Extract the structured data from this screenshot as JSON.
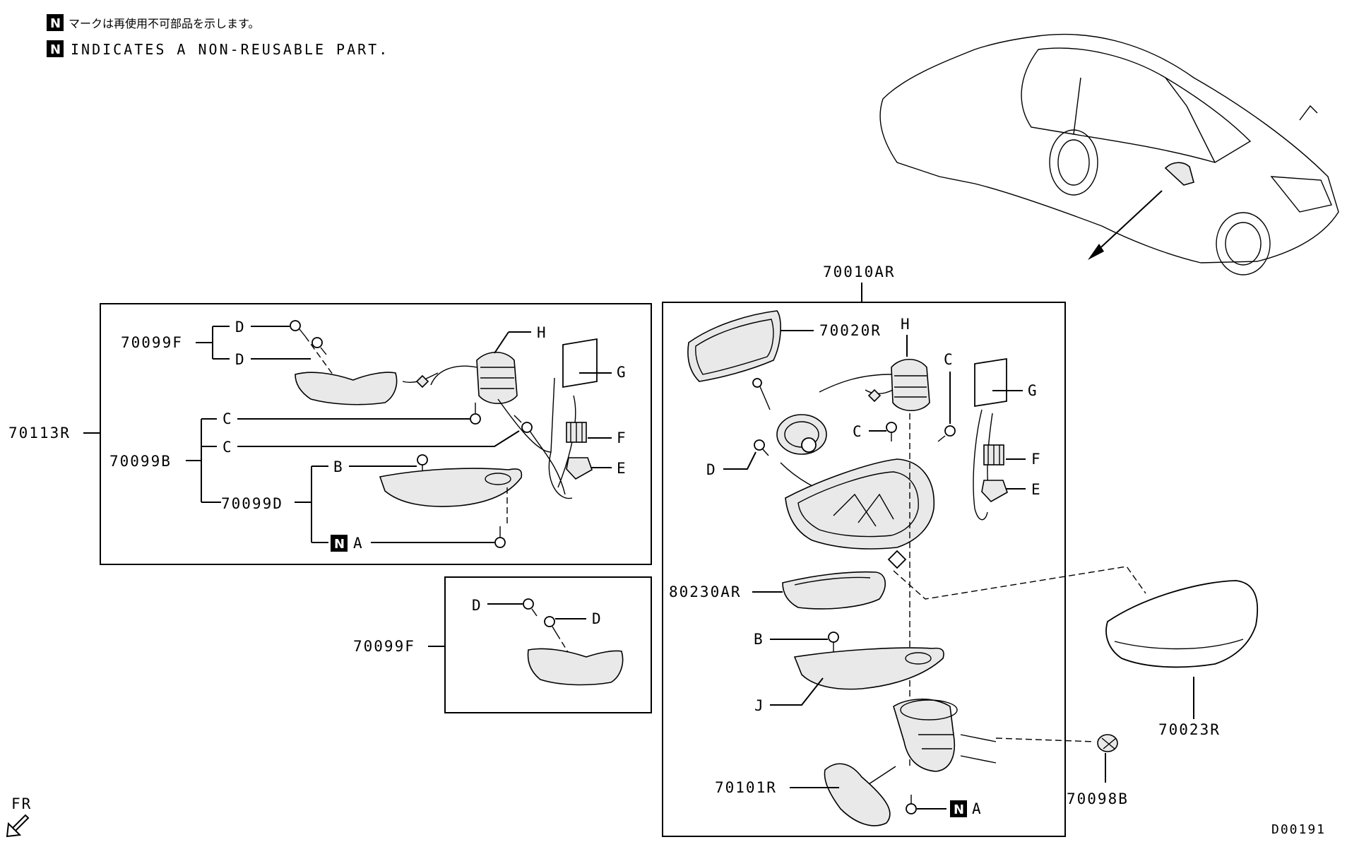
{
  "notes": {
    "badge_letter": "N",
    "japanese": "マークは再使用不可部品を示します。",
    "english": "INDICATES A NON-REUSABLE PART."
  },
  "labels": {
    "p70010AR": "70010AR",
    "p70020R": "70020R",
    "p70113R": "70113R",
    "p70099F": "70099F",
    "p70099F_single": "70099F",
    "p70099B": "70099B",
    "p70099D": "70099D",
    "p80230AR": "80230AR",
    "p70101R": "70101R",
    "p70023R": "70023R",
    "p70098B": "70098B",
    "left_D1": "D",
    "left_D2": "D",
    "left_C1": "C",
    "left_C2": "C",
    "left_B": "B",
    "left_A": "A",
    "left_H": "H",
    "left_G": "G",
    "left_F": "F",
    "left_E": "E",
    "single_D1": "D",
    "single_D2": "D",
    "right_H": "H",
    "right_C1": "C",
    "right_C2": "C",
    "right_D": "D",
    "right_G": "G",
    "right_F": "F",
    "right_E": "E",
    "right_B": "B",
    "right_J": "J",
    "right_A": "A"
  },
  "fr_label": "FR",
  "diagram_code": "D00191",
  "icons": [
    "non-reusable-badge-icon",
    "front-direction-arrow-icon",
    "vehicle-overview-icon"
  ]
}
